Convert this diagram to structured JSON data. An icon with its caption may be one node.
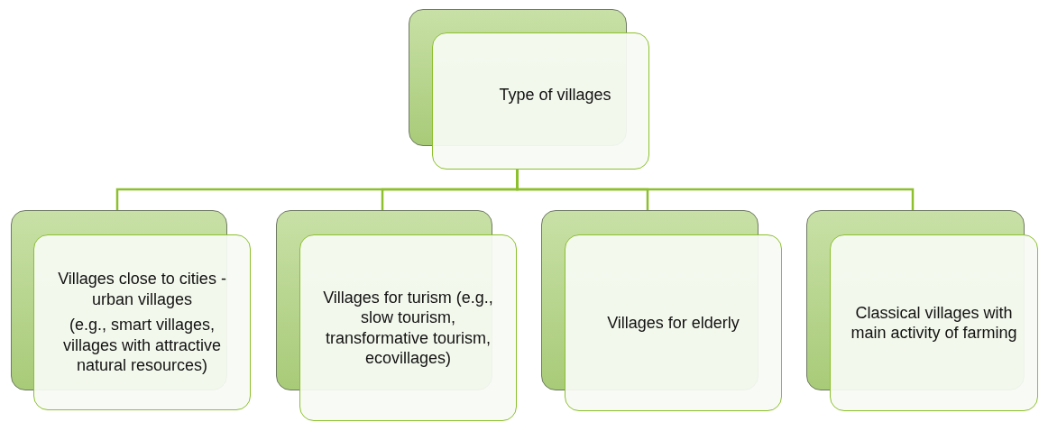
{
  "diagram": {
    "nodes": [
      {
        "text": [
          "Type of villages"
        ]
      },
      {
        "text": [
          "Villages close to cities - urban villages",
          "(e.g., smart villages, villages with attractive natural resources)"
        ]
      },
      {
        "text": [
          "Villages for turism (e.g., slow tourism, transformative tourism, ecovillages)"
        ]
      },
      {
        "text": [
          "Villages for elderly"
        ]
      },
      {
        "text": [
          "Classical villages with main activity of farming"
        ]
      }
    ],
    "edges": [
      {
        "from": 0,
        "to": 1,
        "arrow": "none"
      },
      {
        "from": 0,
        "to": 2,
        "arrow": "none"
      },
      {
        "from": 0,
        "to": 3,
        "arrow": "none"
      },
      {
        "from": 0,
        "to": 4,
        "arrow": "none"
      }
    ]
  }
}
